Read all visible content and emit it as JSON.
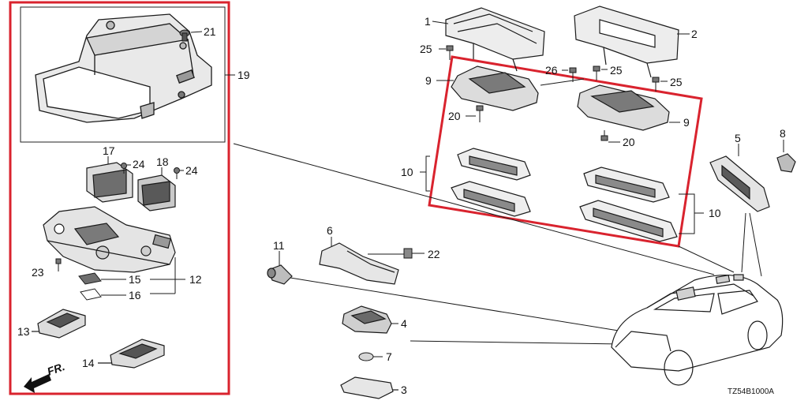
{
  "diagram": {
    "drawing_code": "TZ54B1000A",
    "front_label": "FR.",
    "colors": {
      "highlight_box": "#d9232e",
      "line_art": "#1a1a1a",
      "part_fill": "#e8e8e8",
      "part_dark": "#4a4a4a"
    },
    "parts": {
      "p1": "1",
      "p2": "2",
      "p3": "3",
      "p4": "4",
      "p5": "5",
      "p6": "6",
      "p7": "7",
      "p8": "8",
      "p9a": "9",
      "p9b": "9",
      "p10a": "10",
      "p10b": "10",
      "p11": "11",
      "p12": "12",
      "p13": "13",
      "p14": "14",
      "p15": "15",
      "p16": "16",
      "p17": "17",
      "p18": "18",
      "p19": "19",
      "p20a": "20",
      "p20b": "20",
      "p21": "21",
      "p22": "22",
      "p23": "23",
      "p24a": "24",
      "p24b": "24",
      "p25a": "25",
      "p25b": "25",
      "p25c": "25",
      "p26": "26"
    }
  }
}
